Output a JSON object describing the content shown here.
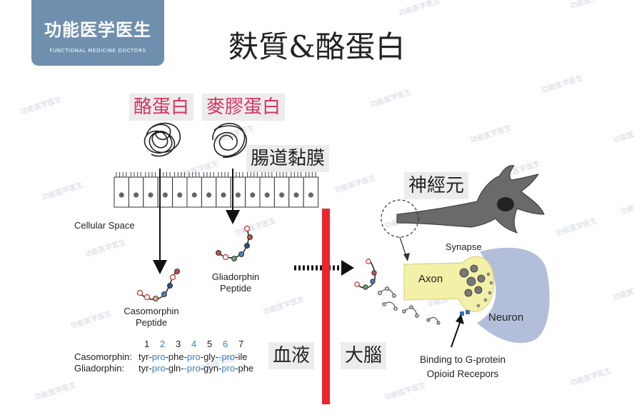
{
  "logo": {
    "main": "功能医学医生",
    "sub": "FUNCTIONAL MEDICINE DOCTORS"
  },
  "title": "麩質&酪蛋白",
  "labels": {
    "casein": "酪蛋白",
    "gluten": "麥膠蛋白",
    "gut_mucosa": "腸道黏膜",
    "neuron_cn": "神經元",
    "blood": "血液",
    "brain": "大腦"
  },
  "diagram": {
    "cellular_space": "Cellular Space",
    "casomorphin_peptide": [
      "Casomorphin",
      "Peptide"
    ],
    "gliadorphin_peptide": [
      "Gliadorphin",
      "Peptide"
    ],
    "synapse": "Synapse",
    "axon": "Axon",
    "neuron": "Neuron",
    "binding": [
      "Binding to G-protein",
      "Opioid Recepors"
    ]
  },
  "sequence": {
    "positions": [
      "1",
      "2",
      "3",
      "4",
      "5",
      "6",
      "7"
    ],
    "casomorphin": {
      "name": "Casomorphin:",
      "residues": [
        "tyr-",
        "pro",
        "-phe-",
        "pro",
        "-gly-",
        "-pro",
        "-ile"
      ]
    },
    "gliadorphin": {
      "name": "Gliadorphin:",
      "residues": [
        "tyr-",
        "pro",
        "-gln-",
        "-pro",
        "-gyn-",
        "pro",
        "-phe"
      ]
    }
  },
  "watermark": "功能医学医生",
  "colors": {
    "logo_bg": "#6f8fae",
    "pink": "#d8335f",
    "blood_bar": "#e8262c",
    "axon": "#f3f0a8",
    "neuron": "#b3bfda",
    "seq_blue": "#3a7fc2"
  }
}
